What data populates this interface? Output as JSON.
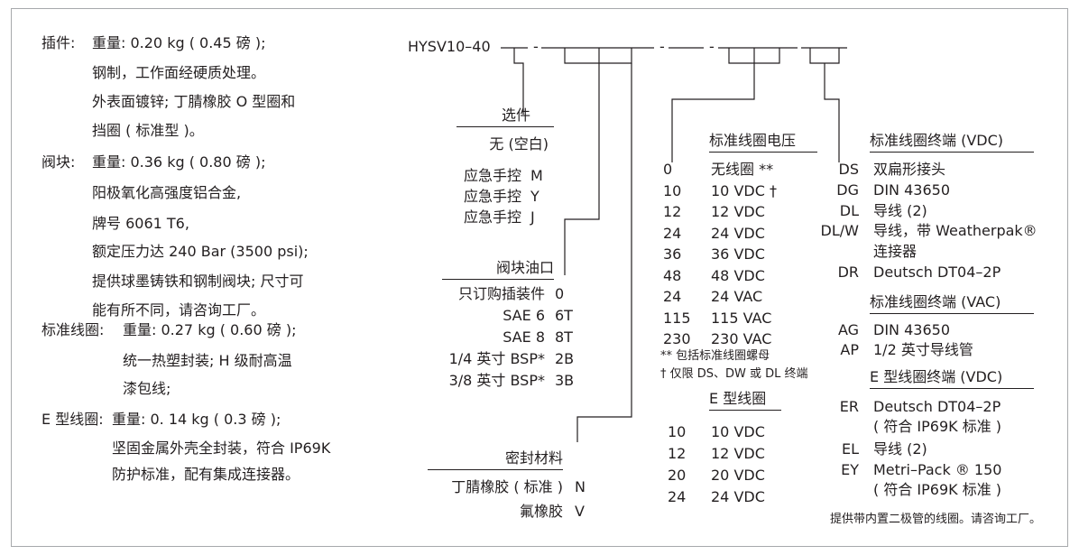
{
  "left_specs": [
    {
      "label": "插件:",
      "lines": [
        "重量: 0.20 kg ( 0.45 磅 );",
        "钢制，工作面经硬质处理。",
        "外表面镀锌; 丁腈橡胶 O 型圈和",
        "挡圈 ( 标准型 )。"
      ]
    },
    {
      "label": "阀块:",
      "lines": [
        "重量: 0.36 kg ( 0.80 磅 );",
        "阳极氧化高强度铝合金,",
        "牌号 6061 T6,",
        "额定压力达 240 Bar (3500 psi);",
        "提供球墨铸铁和钢制阀块; 尺寸可",
        "能有所不同，请咨询工厂。"
      ]
    },
    {
      "label": "标准线圈:",
      "lines": [
        "重量: 0.27 kg ( 0.60 磅 );",
        "统一热塑封装; H 级耐高温",
        "漆包线;"
      ]
    },
    {
      "label": "E 型线圈:",
      "lines": [
        "重量: 0. 14 kg ( 0.3 磅 );",
        "坚固金属外壳全封装，符合 IP69K",
        "防护标准，配有集成连接器。"
      ]
    }
  ],
  "model_code": "HYSV10–40",
  "options": {
    "title": "选件",
    "items": [
      {
        "desc": "无 (空白)",
        "code": ""
      },
      {
        "desc": "应急手控",
        "code": "M"
      },
      {
        "desc": "应急手控",
        "code": "Y"
      },
      {
        "desc": "应急手控",
        "code": "J"
      }
    ]
  },
  "ports": {
    "title": "阀块油口",
    "items": [
      {
        "desc": "只订购插装件",
        "code": "0"
      },
      {
        "desc": "SAE 6",
        "code": "6T"
      },
      {
        "desc": "SAE 8",
        "code": "8T"
      },
      {
        "desc": "1/4 英寸 BSP*",
        "code": "2B"
      },
      {
        "desc": "3/8 英寸 BSP*",
        "code": "3B"
      }
    ]
  },
  "seals": {
    "title": "密封材料",
    "items": [
      {
        "desc": "丁腈橡胶 ( 标准 )",
        "code": "N"
      },
      {
        "desc": "氟橡胶",
        "code": "V"
      }
    ]
  },
  "std_voltage": {
    "title": "标准线圈电压",
    "items": [
      {
        "code": "0",
        "desc": "无线圈 **"
      },
      {
        "code": "10",
        "desc": "10 VDC †"
      },
      {
        "code": "12",
        "desc": "12 VDC"
      },
      {
        "code": "24",
        "desc": "24 VDC"
      },
      {
        "code": "36",
        "desc": "36 VDC"
      },
      {
        "code": "48",
        "desc": "48 VDC"
      },
      {
        "code": "24",
        "desc": "24 VAC"
      },
      {
        "code": "115",
        "desc": "115 VAC"
      },
      {
        "code": "230",
        "desc": "230 VAC"
      }
    ],
    "notes": [
      "** 包括标准线圈螺母",
      "† 仅限 DS、DW 或 DL 终端"
    ]
  },
  "e_voltage": {
    "title": "E 型线圈",
    "items": [
      {
        "code": "10",
        "desc": "10 VDC"
      },
      {
        "code": "12",
        "desc": "12 VDC"
      },
      {
        "code": "20",
        "desc": "20 VDC"
      },
      {
        "code": "24",
        "desc": "24 VDC"
      }
    ]
  },
  "term_vdc": {
    "title": "标准线圈终端 (VDC)",
    "items": [
      {
        "code": "DS",
        "desc": "双扁形接头"
      },
      {
        "code": "DG",
        "desc": "DIN 43650"
      },
      {
        "code": "DL",
        "desc": "导线 (2)"
      },
      {
        "code": "DL/W",
        "desc": "导线，带 Weatherpak®",
        "desc2": "连接器"
      },
      {
        "code": "DR",
        "desc": "Deutsch DT04–2P"
      }
    ]
  },
  "term_vac": {
    "title": "标准线圈终端 (VAC)",
    "items": [
      {
        "code": "AG",
        "desc": "DIN 43650"
      },
      {
        "code": "AP",
        "desc": "1/2 英寸导线管"
      }
    ]
  },
  "term_e": {
    "title": "E 型线圈终端 (VDC)",
    "items": [
      {
        "code": "ER",
        "desc": "Deutsch DT04–2P",
        "desc2": "( 符合 IP69K 标准 )"
      },
      {
        "code": "EL",
        "desc": "导线 (2)"
      },
      {
        "code": "EY",
        "desc": "Metri–Pack ® 150",
        "desc2": "( 符合 IP69K 标准 )"
      }
    ]
  },
  "footnote": "提供带内置二极管的线圈。请咨询工厂。"
}
